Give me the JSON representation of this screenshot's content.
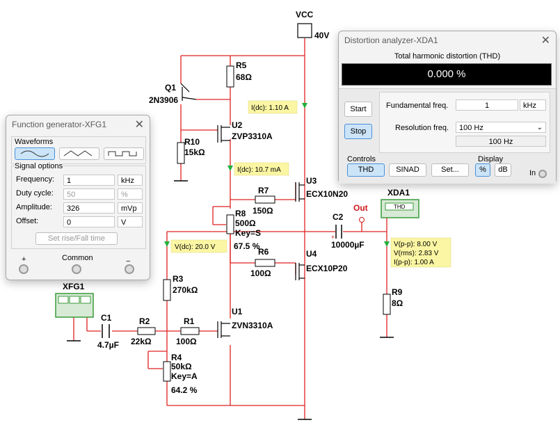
{
  "schematic": {
    "vcc_label": "VCC",
    "vcc_value": "40V",
    "q1_ref": "Q1",
    "q1_part": "2N3906",
    "r5_ref": "R5",
    "r5_value": "68Ω",
    "r10_ref": "R10",
    "r10_value": "15kΩ",
    "u2_ref": "U2",
    "u2_part": "ZVP3310A",
    "probe1": "I(dc): 1.10 A",
    "probe2": "I(dc): 10.7 mA",
    "r7_ref": "R7",
    "r7_value": "150Ω",
    "r8_ref": "R8",
    "r8_value": "500Ω",
    "r8_key": "Key=S",
    "r8_pct": "67.5 %",
    "u3_ref": "U3",
    "u3_part": "ECX10N20",
    "out_label": "Out",
    "c2_ref": "C2",
    "c2_value": "10000µF",
    "xda_ref": "XDA1",
    "xda_screen": "THD",
    "probe3": "V(dc): 20.0 V",
    "r6_ref": "R6",
    "r6_value": "100Ω",
    "u4_ref": "U4",
    "u4_part": "ECX10P20",
    "probe4_1": "V(p-p): 8.00 V",
    "probe4_2": "V(rms): 2.83 V",
    "probe4_3": "I(p-p): 1.00 A",
    "r3_ref": "R3",
    "r3_value": "270kΩ",
    "r9_ref": "R9",
    "r9_value": "8Ω",
    "xfg_ref": "XFG1",
    "c1_ref": "C1",
    "c1_value": "4.7µF",
    "r2_ref": "R2",
    "r2_value": "22kΩ",
    "r1_ref": "R1",
    "r1_value": "100Ω",
    "u1_ref": "U1",
    "u1_part": "ZVN3310A",
    "r4_ref": "R4",
    "r4_value": "50kΩ",
    "r4_key": "Key=A",
    "r4_pct": "64.2 %",
    "colors": {
      "wire": "#e02020",
      "probe_bg": "#fbf6a3",
      "probe_arrow": "#22b03a",
      "instrument": "#3a9a3a"
    }
  },
  "function_generator": {
    "title": "Function generator-XFG1",
    "waveforms_label": "Waveforms",
    "waveforms": [
      "sine-wave-icon",
      "triangle-wave-icon",
      "square-wave-icon"
    ],
    "selected_waveform": "sine-wave-icon",
    "signal_options_label": "Signal options",
    "frequency_label": "Frequency:",
    "frequency_value": "1",
    "frequency_unit": "kHz",
    "duty_label": "Duty cycle:",
    "duty_value": "50",
    "duty_unit": "%",
    "amplitude_label": "Amplitude:",
    "amplitude_value": "326",
    "amplitude_unit": "mVp",
    "offset_label": "Offset:",
    "offset_value": "0",
    "offset_unit": "V",
    "rise_fall_button": "Set rise/Fall time",
    "plus_label": "+",
    "common_label": "Common",
    "minus_label": "−"
  },
  "distortion_analyzer": {
    "title": "Distortion analyzer-XDA1",
    "thd_heading": "Total harmonic distortion (THD)",
    "display_value": "0.000 %",
    "start_button": "Start",
    "stop_button": "Stop",
    "fundamental_label": "Fundamental freq.",
    "fundamental_value": "1",
    "fundamental_unit": "kHz",
    "resolution_label": "Resolution freq.",
    "resolution_selected": "100 Hz",
    "resolution_readout": "100 Hz",
    "controls_label": "Controls",
    "thd_button": "THD",
    "sinad_button": "SINAD",
    "set_button": "Set...",
    "display_label": "Display",
    "percent_button": "%",
    "db_button": "dB",
    "in_label": "In"
  }
}
